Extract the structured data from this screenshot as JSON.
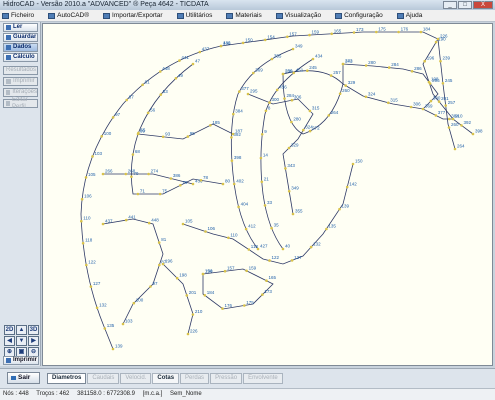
{
  "window": {
    "title": "HidroCAD - Versão 2010.a \"ADVANCED\" ® Peça 4642 - TICDATA",
    "buttons": [
      "_",
      "□",
      "X"
    ]
  },
  "menu": [
    {
      "label": "Ficheiro",
      "icon": "file-icon"
    },
    {
      "label": "AutoCAD®",
      "icon": "autocad-icon"
    },
    {
      "label": "Importar/Exportar",
      "icon": "import-export-icon"
    },
    {
      "label": "Utilitários",
      "icon": "utilities-icon"
    },
    {
      "label": "Materiais",
      "icon": "materials-icon"
    },
    {
      "label": "Visualização",
      "icon": "view-icon"
    },
    {
      "label": "Configuração",
      "icon": "config-icon"
    },
    {
      "label": "Ajuda",
      "icon": "help-icon"
    }
  ],
  "sidebar": {
    "buttons": [
      {
        "label": "Ler",
        "enabled": true
      },
      {
        "label": "Guardar",
        "enabled": true
      },
      {
        "label": "Dados",
        "enabled": true
      },
      {
        "label": "Cálculo",
        "enabled": true
      },
      {
        "label": "Resultados",
        "enabled": false
      },
      {
        "label": "Imprimir",
        "enabled": false
      },
      {
        "label": "Iterações",
        "enabled": false
      },
      {
        "label": "Editar Perfil",
        "enabled": false
      }
    ],
    "nav": {
      "view2d": "2D",
      "view3d": "3D",
      "print": "Imprimir"
    }
  },
  "bottom": {
    "exit": "Sair",
    "tabs": [
      {
        "label": "Diametros",
        "enabled": true
      },
      {
        "label": "Caudais",
        "enabled": false
      },
      {
        "label": "Velocid.",
        "enabled": false
      },
      {
        "label": "Cotas",
        "enabled": true
      },
      {
        "label": "Perdas",
        "enabled": false
      },
      {
        "label": "Pressão",
        "enabled": false
      },
      {
        "label": "Envolvente",
        "enabled": false
      }
    ]
  },
  "status": {
    "nos": "Nós : 448",
    "trocos": "Troços : 462",
    "coords": "381158.0 : 6772308.9",
    "unit": "[m.c.a.]",
    "name": "Sem_Nome"
  },
  "canvas": {
    "pipe_color": "#2f3a66",
    "label_color": "#1f5fa8",
    "node_color": "#d8c24a",
    "labels": [
      "436",
      "437",
      "441",
      "448",
      "81",
      "87",
      "97",
      "100",
      "103",
      "105",
      "106",
      "110",
      "118",
      "122",
      "127",
      "132",
      "135",
      "139",
      "142",
      "150",
      "154",
      "157",
      "159",
      "165",
      "173",
      "175",
      "176",
      "184",
      "190",
      "196",
      "198",
      "201",
      "210",
      "226",
      "239",
      "245",
      "257",
      "260",
      "264",
      "272",
      "280",
      "284",
      "286",
      "295",
      "300",
      "306",
      "315",
      "324",
      "329",
      "343",
      "349",
      "355",
      "369",
      "377",
      "384",
      "392",
      "398",
      "402",
      "404",
      "412",
      "427",
      "434",
      "451",
      "456",
      "8",
      "9",
      "14",
      "21",
      "33",
      "35",
      "40",
      "47",
      "49",
      "53",
      "56",
      "65",
      "68",
      "70",
      "71",
      "75",
      "76",
      "78",
      "80",
      "89",
      "93",
      "95",
      "185",
      "187",
      "266",
      "268",
      "274",
      "386"
    ]
  }
}
